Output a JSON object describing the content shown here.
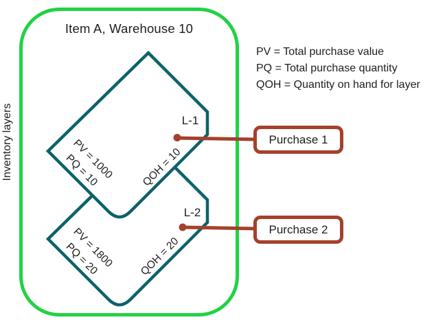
{
  "colors": {
    "green": "#22d244",
    "teal": "#0d626a",
    "red": "#a5402d",
    "ink": "#1d1d1d"
  },
  "container": {
    "title": "Item A, Warehouse 10"
  },
  "side_label": "Inventory layers",
  "legend": {
    "lines": [
      "PV = Total purchase value",
      "PQ = Total purchase quantity",
      "QOH = Quantity on hand for layer"
    ]
  },
  "layers": [
    {
      "name": "L-1",
      "pv": "PV = 1000",
      "pq": "PQ = 10",
      "qoh": "QOH = 10",
      "purchase_label": "Purchase 1"
    },
    {
      "name": "L-2",
      "pv": "PV = 1800",
      "pq": "PQ = 20",
      "qoh": "QOH = 20",
      "purchase_label": "Purchase 2"
    }
  ]
}
